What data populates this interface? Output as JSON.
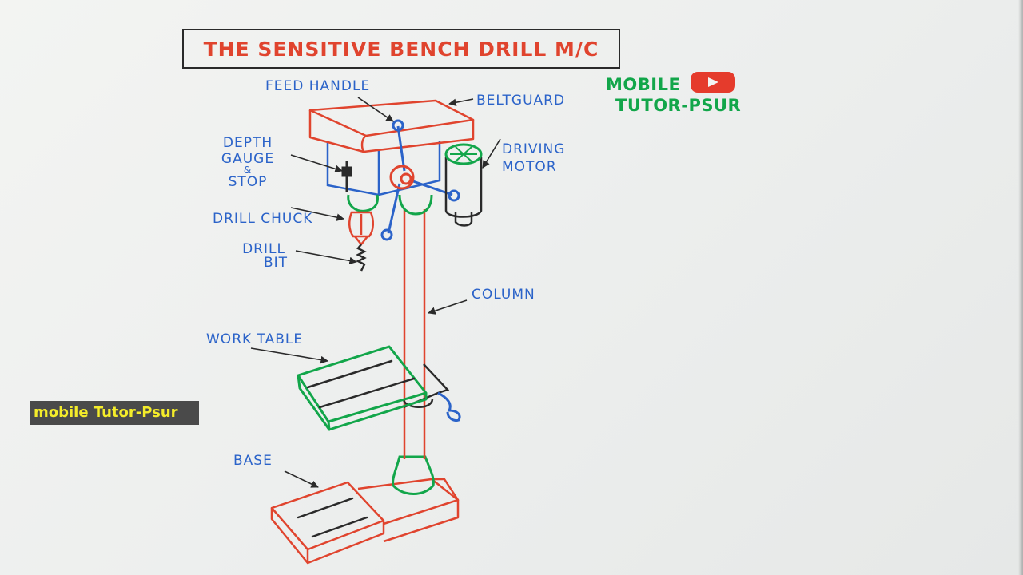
{
  "title": "THE SENSITIVE BENCH DRILL M/C",
  "brand": {
    "line1": "MOBILE",
    "line2": "TUTOR-PSUR"
  },
  "watermark": "mobile Tutor-Psur",
  "labels": {
    "feed_handle": "FEED HANDLE",
    "belt_guard": "BELTGUARD",
    "depth_gauge_1": "DEPTH",
    "depth_gauge_2": "GAUGE",
    "depth_gauge_3": "&",
    "depth_gauge_4": "STOP",
    "driving_motor_1": "DRIVING",
    "driving_motor_2": "MOTOR",
    "drill_chuck": "DRILL CHUCK",
    "drill_bit_1": "DRILL",
    "drill_bit_2": "BIT",
    "column": "COLUMN",
    "work_table": "WORK TABLE",
    "base": "BASE"
  },
  "colors": {
    "frame_red": "#e0442e",
    "label_blue": "#2b63c9",
    "table_green": "#12a64a",
    "ink_black": "#2a2a2a",
    "watermark_yellow": "#f4ec2a"
  },
  "icons": [
    "youtube-logo-icon"
  ]
}
